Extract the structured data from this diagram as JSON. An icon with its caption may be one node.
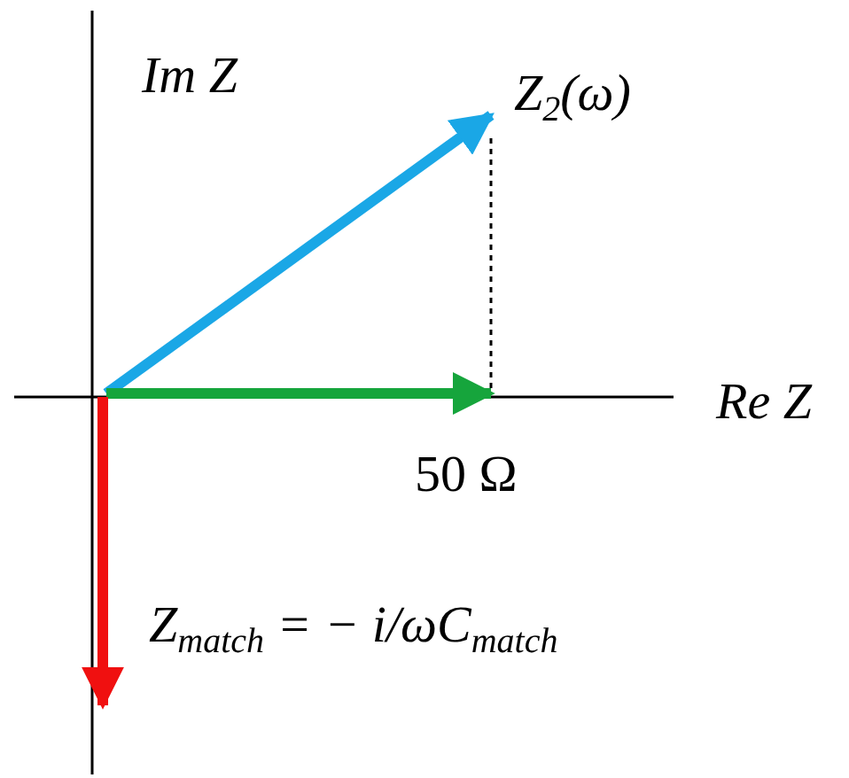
{
  "diagram": {
    "labels": [
      "Im Z",
      "Z$_{2}$(ω)",
      "Re Z",
      "50 Ω",
      "Z$_{match}$ = − i/ωC$_{match}$"
    ]
  }
}
